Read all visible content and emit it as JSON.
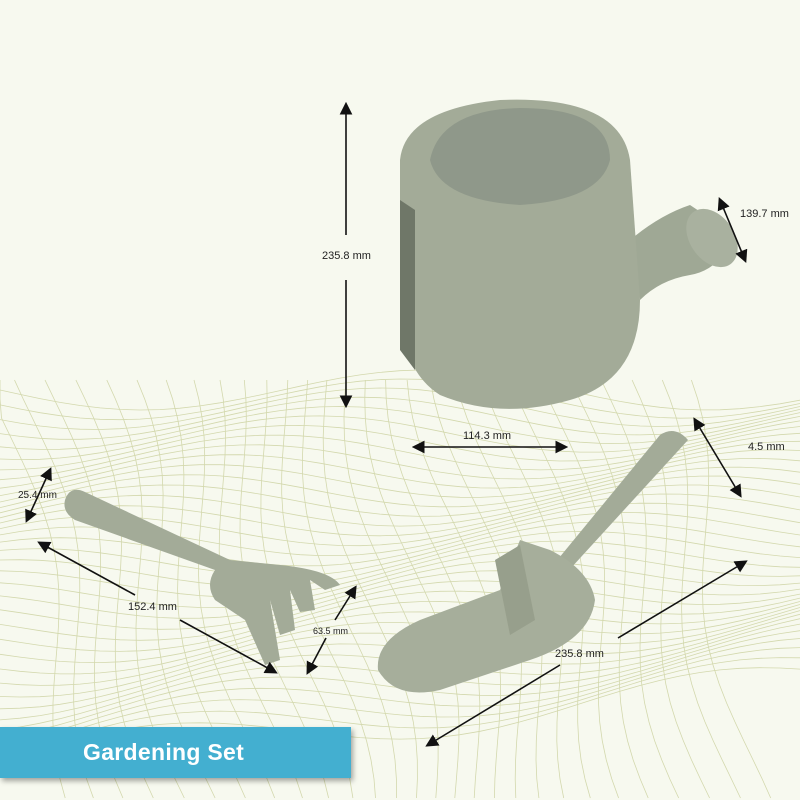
{
  "title": "Gardening Set",
  "colors": {
    "product": "#a3ab98",
    "banner": "#43afd0",
    "background": "#f7f9ef",
    "grid": "#c9cf9a"
  },
  "dimensions": {
    "can_height": "235.8 mm",
    "spout_width": "139.7 mm",
    "can_width": "114.3 mm",
    "shovel_thickness": "4.5 mm",
    "rake_handle_width": "25.4 mm",
    "rake_length": "152.4 mm",
    "rake_head_width": "63.5 mm",
    "shovel_length": "235.8 mm"
  }
}
